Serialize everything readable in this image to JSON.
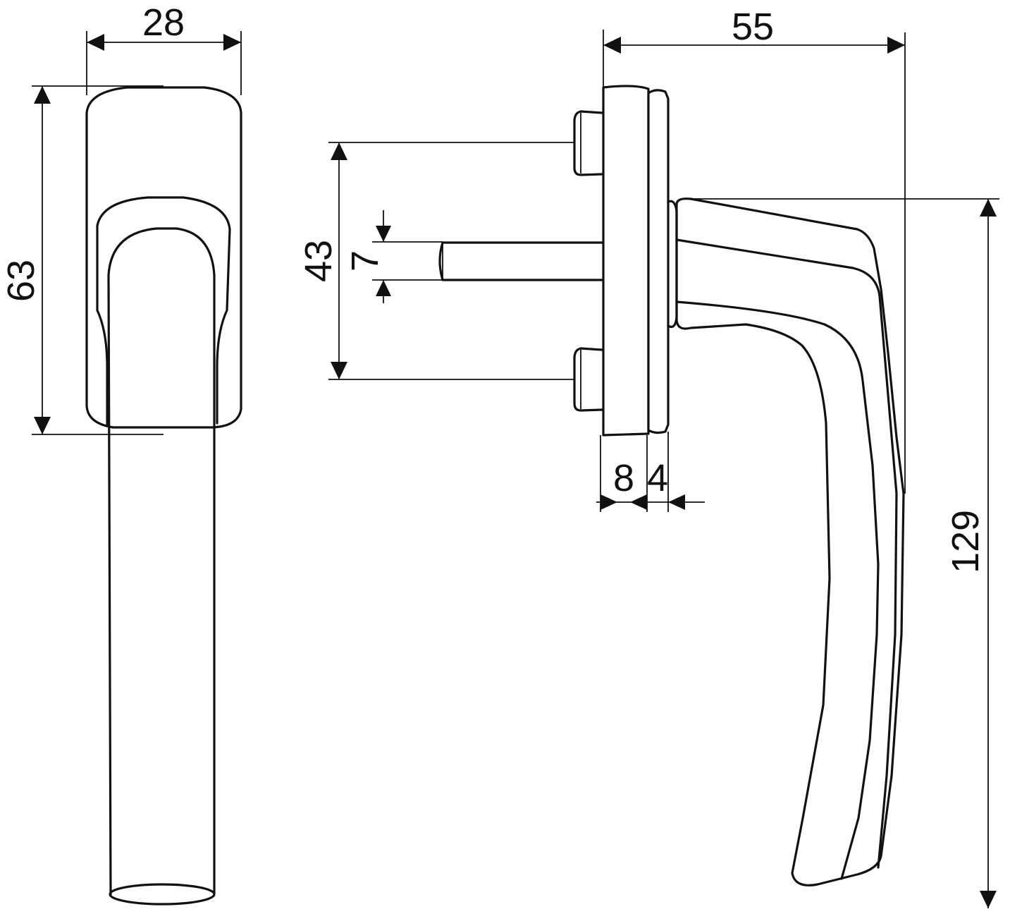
{
  "dimensions": {
    "front_width": "28",
    "front_height": "63",
    "side_width": "55",
    "screw_spacing": "43",
    "spindle_size": "7",
    "rose_thickness": "8",
    "cover_thickness": "4",
    "total_height": "129"
  },
  "colors": {
    "line": "#111111",
    "background": "#ffffff"
  }
}
